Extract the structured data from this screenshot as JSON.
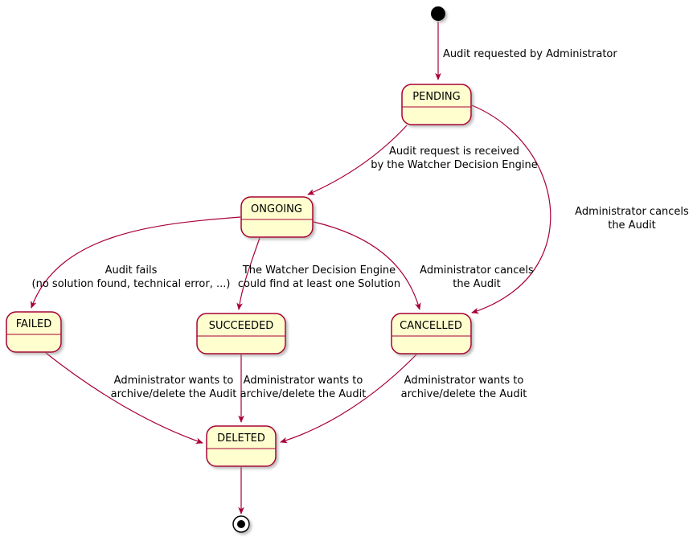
{
  "diagram": {
    "type": "state-machine",
    "title": "",
    "colors": {
      "state_fill": "#fefece",
      "state_border": "#a80036",
      "arrow": "#a80036",
      "text": "#000000",
      "background": "#ffffff"
    },
    "states": {
      "start": {
        "kind": "initial",
        "label": ""
      },
      "pending": {
        "kind": "state",
        "label": "PENDING"
      },
      "ongoing": {
        "kind": "state",
        "label": "ONGOING"
      },
      "failed": {
        "kind": "state",
        "label": "FAILED"
      },
      "succeeded": {
        "kind": "state",
        "label": "SUCCEEDED"
      },
      "cancelled": {
        "kind": "state",
        "label": "CANCELLED"
      },
      "deleted": {
        "kind": "state",
        "label": "DELETED"
      },
      "end": {
        "kind": "final",
        "label": ""
      }
    },
    "transitions": [
      {
        "from": "start",
        "to": "PENDING",
        "lines": [
          "Audit requested by Administrator"
        ]
      },
      {
        "from": "PENDING",
        "to": "ONGOING",
        "lines": [
          "Audit request is received",
          "by the Watcher Decision Engine"
        ]
      },
      {
        "from": "PENDING",
        "to": "CANCELLED",
        "lines": [
          "Administrator cancels",
          "the Audit"
        ]
      },
      {
        "from": "ONGOING",
        "to": "FAILED",
        "lines": [
          "Audit fails",
          "(no solution found, technical error, ...)"
        ]
      },
      {
        "from": "ONGOING",
        "to": "SUCCEEDED",
        "lines": [
          "The Watcher Decision Engine",
          "could find at least one Solution"
        ]
      },
      {
        "from": "ONGOING",
        "to": "CANCELLED",
        "lines": [
          "Administrator cancels",
          "the Audit"
        ]
      },
      {
        "from": "FAILED",
        "to": "DELETED",
        "lines": [
          "Administrator wants to",
          "archive/delete the Audit"
        ]
      },
      {
        "from": "SUCCEEDED",
        "to": "DELETED",
        "lines": [
          "Administrator wants to",
          "archive/delete the Audit"
        ]
      },
      {
        "from": "CANCELLED",
        "to": "DELETED",
        "lines": [
          "Administrator wants to",
          "archive/delete the Audit"
        ]
      },
      {
        "from": "DELETED",
        "to": "end",
        "lines": []
      }
    ]
  }
}
